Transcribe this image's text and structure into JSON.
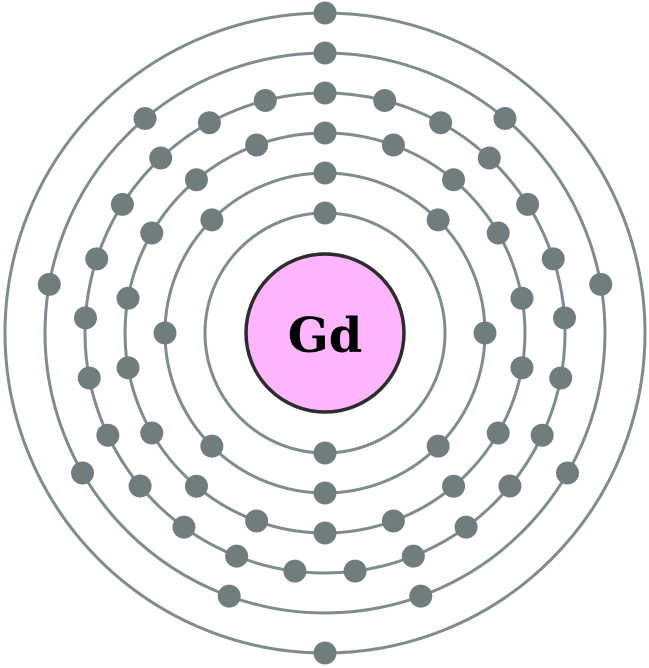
{
  "atom": {
    "symbol": "Gd",
    "electrons_per_shell": [
      2,
      8,
      18,
      25,
      9,
      2
    ],
    "colors": {
      "nucleus_fill": "#ffb6ff",
      "nucleus_stroke": "#2c2c2c",
      "shell_stroke": "#7e8c8d",
      "electron_fill": "#6f7d7e",
      "symbol_text": "#000000"
    }
  }
}
